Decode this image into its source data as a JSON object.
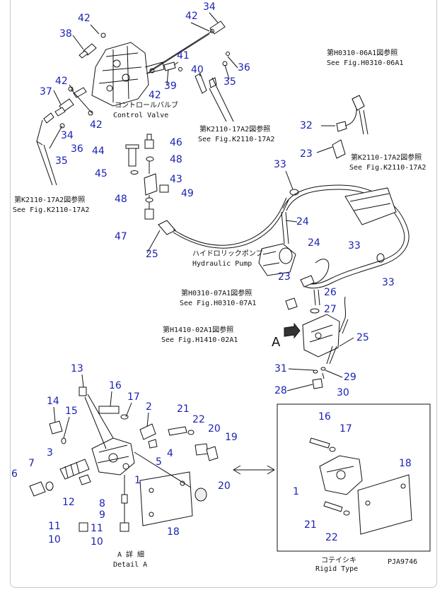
{
  "callouts": {
    "n1": "1",
    "n2": "2",
    "n3": "3",
    "n4": "4",
    "n5": "5",
    "n6": "6",
    "n7": "7",
    "n8": "8",
    "n9": "9",
    "n10": "10",
    "n11": "11",
    "n12": "12",
    "n13": "13",
    "n14": "14",
    "n15": "15",
    "n16": "16",
    "n17": "17",
    "n18": "18",
    "n19": "19",
    "n20": "20",
    "n21": "21",
    "n22": "22",
    "n23": "23",
    "n24": "24",
    "n25": "25",
    "n26": "26",
    "n27": "27",
    "n28": "28",
    "n29": "29",
    "n30": "30",
    "n31": "31",
    "n32": "32",
    "n33": "33",
    "n34": "34",
    "n35": "35",
    "n36": "36",
    "n37": "37",
    "n38": "38",
    "n39": "39",
    "n40": "40",
    "n41": "41",
    "n42": "42",
    "n43": "43",
    "n44": "44",
    "n45": "45",
    "n46": "46",
    "n47": "47",
    "n48": "48",
    "n49": "49"
  },
  "notes": {
    "control_valve_jp": "コントロールバルブ",
    "control_valve_en": "Control Valve",
    "hydraulic_pump_jp": "ハイドロリックポンプ",
    "hydraulic_pump_en": "Hydraulic Pump",
    "ref_k2110_jp": "第K2110-17A2図参照",
    "ref_k2110_en": "See Fig.K2110-17A2",
    "ref_h0310_06_jp": "第H0310-06A1図参照",
    "ref_h0310_06_en": "See Fig.H0310-06A1",
    "ref_h0310_07_jp": "第H0310-07A1図参照",
    "ref_h0310_07_en": "See Fig.H0310-07A1",
    "ref_h1410_jp": "第H1410-02A1図参照",
    "ref_h1410_en": "See Fig.H1410-02A1",
    "detail_letter": "A",
    "detail_a_jp": "A 詳 細",
    "detail_a_en": "Detail A",
    "rigid_jp": "コテイシキ",
    "rigid_en": "Rigid Type",
    "drawing_code": "PJA9746"
  },
  "colors": {
    "callout": "#1b22b4",
    "line": "#111111",
    "border": "#c8c8c8"
  }
}
